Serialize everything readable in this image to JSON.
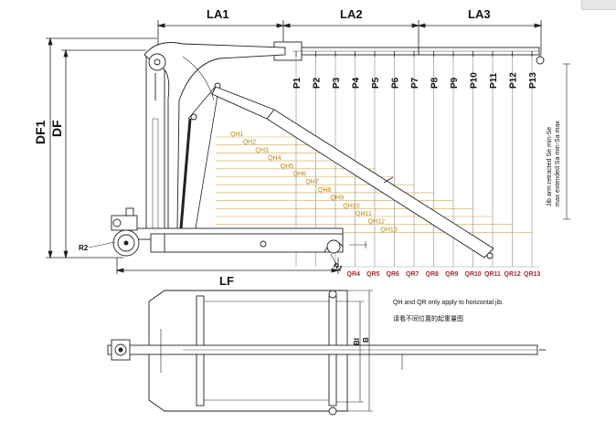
{
  "dimensions": {
    "la1": "LA1",
    "la2": "LA2",
    "la3": "LA3",
    "df1": "DF1",
    "df": "DF",
    "lf": "LF",
    "bi": "BI",
    "b": "B",
    "r1": "R1",
    "r2": "R2"
  },
  "positions": [
    "P1",
    "P2",
    "P3",
    "P4",
    "P5",
    "P6",
    "P7",
    "P8",
    "P9",
    "P10",
    "P11",
    "P12",
    "P13"
  ],
  "heights": [
    "QH1",
    "QH2",
    "QH3",
    "QH4",
    "QH5",
    "QH6",
    "QH7",
    "QH8",
    "QH9",
    "QH10",
    "QH11",
    "QH12",
    "QH13"
  ],
  "reaches": [
    "QR4",
    "QR5",
    "QR6",
    "QR7",
    "QR8",
    "QR9",
    "QR10",
    "QR11",
    "QR12",
    "QR13"
  ],
  "notes": {
    "horizontal_note": "QH and QR only apply to horizontal jib.",
    "chinese_note": "请看不同位置的起重量图",
    "jib_line1": "Jib arm retracted Se min-Se",
    "jib_line2": "max extended Sa min-Sa max"
  },
  "colors": {
    "line": "#222222",
    "qh": "#d9a441",
    "qh_text": "#b8860b",
    "qr_text": "#a52a2a",
    "guide": "#cccccc"
  }
}
